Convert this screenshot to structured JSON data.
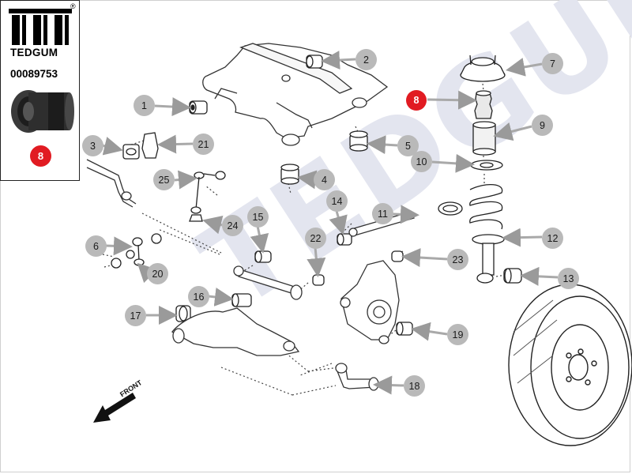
{
  "brand": {
    "name": "TEDGUM",
    "registered_mark": "®",
    "part_number": "00089753",
    "badge_number": "8"
  },
  "watermark": "TEDGUM",
  "front_label": "FRONT",
  "callouts": [
    "1",
    "2",
    "3",
    "4",
    "5",
    "6",
    "7",
    "8",
    "9",
    "10",
    "11",
    "12",
    "13",
    "14",
    "15",
    "16",
    "17",
    "18",
    "19",
    "20",
    "21",
    "22",
    "23",
    "24",
    "25"
  ],
  "highlighted_callout": "8",
  "colors": {
    "highlight": "#e11b22",
    "callout_fill": "#b9b9b9",
    "leader": "#a9a9a9",
    "watermark": "#e3e5ef"
  }
}
